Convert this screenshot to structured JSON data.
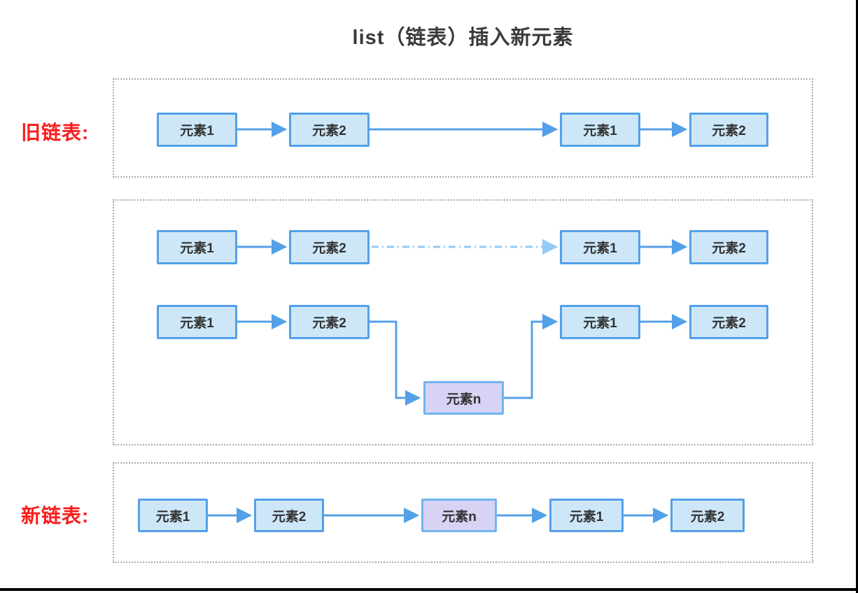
{
  "title": "list（链表）插入新元素",
  "sections": {
    "old": {
      "label": "旧链表:",
      "nodes": [
        "元素1",
        "元素2",
        "元素1",
        "元素2"
      ]
    },
    "insert": {
      "top_row": [
        "元素1",
        "元素2",
        "元素1",
        "元素2"
      ],
      "bottom_row": [
        "元素1",
        "元素2",
        "元素1",
        "元素2"
      ],
      "new_node": "元素n"
    },
    "new": {
      "label": "新链表:",
      "nodes": [
        "元素1",
        "元素2",
        "元素n",
        "元素1",
        "元素2"
      ]
    }
  },
  "colors": {
    "node_fill": "#cde7f9",
    "node_border": "#54a0e8",
    "new_node_fill": "#d7d3f4",
    "new_node_border": "#70b4f2",
    "arrow": "#54a0e8",
    "arrow_faded": "#94caf7",
    "label_red": "#fb1c1c",
    "container_border": "#a9a9a9",
    "title_color": "#3a3a3a"
  }
}
